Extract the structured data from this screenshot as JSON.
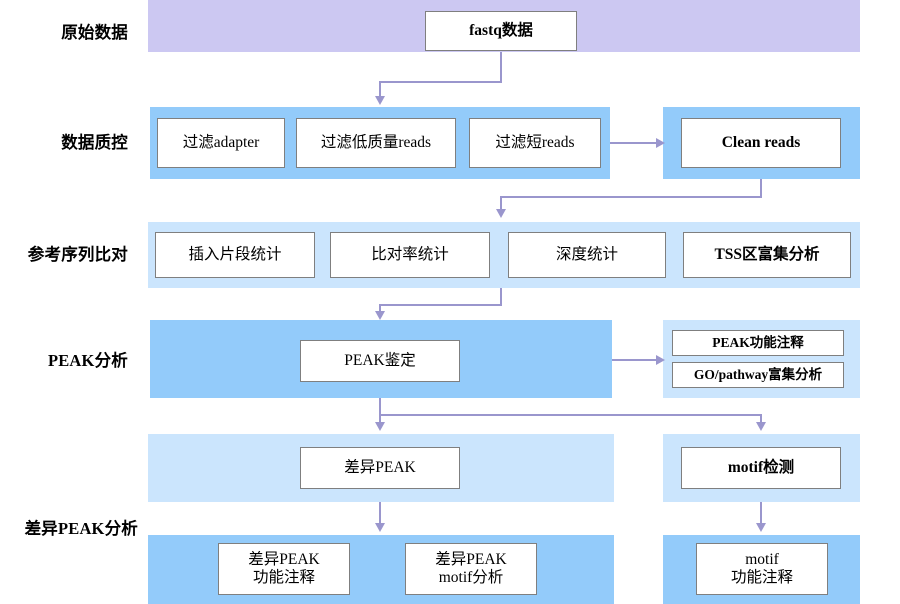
{
  "diagram": {
    "title": "ATAC-seq / ChIP-seq analysis pipeline flowchart",
    "colors": {
      "band_raw": "#ccc8f2",
      "band_qc": "#93cbfa",
      "band_align": "#cbe5fd",
      "band_peak": "#93cbfa",
      "band_diff_upper": "#cbe5fd",
      "band_diff_lower": "#93cbfa",
      "node_border": "#7f7f7f",
      "node_fill": "#ffffff",
      "connector": "#9a96cd",
      "text": "#000000"
    }
  },
  "stages": [
    {
      "id": "raw-data",
      "label": "原始数据"
    },
    {
      "id": "data-qc",
      "label": "数据质控"
    },
    {
      "id": "ref-align",
      "label": "参考序列比对"
    },
    {
      "id": "peak-analysis",
      "label": "PEAK分析"
    },
    {
      "id": "diff-peak",
      "label": "差异PEAK分析"
    }
  ],
  "nodes": {
    "fastq": {
      "label": "fastq数据"
    },
    "filter_adapter": {
      "label": "过滤adapter"
    },
    "filter_low_quality": {
      "label": "过滤低质量reads"
    },
    "filter_short": {
      "label": "过滤短reads"
    },
    "clean_reads": {
      "label": "Clean reads"
    },
    "insert_size": {
      "label": "插入片段统计"
    },
    "mapping_rate": {
      "label": "比对率统计"
    },
    "depth_stat": {
      "label": "深度统计"
    },
    "tss_enrichment": {
      "label": "TSS区富集分析"
    },
    "peak_calling": {
      "label": "PEAK鉴定"
    },
    "peak_annotation": {
      "label": "PEAK功能注释"
    },
    "go_pathway": {
      "label": "GO/pathway富集分析"
    },
    "diff_peak": {
      "label": "差异PEAK"
    },
    "motif_detect": {
      "label": "motif检测"
    },
    "diff_peak_anno": {
      "line1": "差异PEAK",
      "line2": "功能注释"
    },
    "diff_peak_motif": {
      "line1": "差异PEAK",
      "line2": "motif分析"
    },
    "motif_anno": {
      "line1": "motif",
      "line2": "功能注释"
    }
  }
}
